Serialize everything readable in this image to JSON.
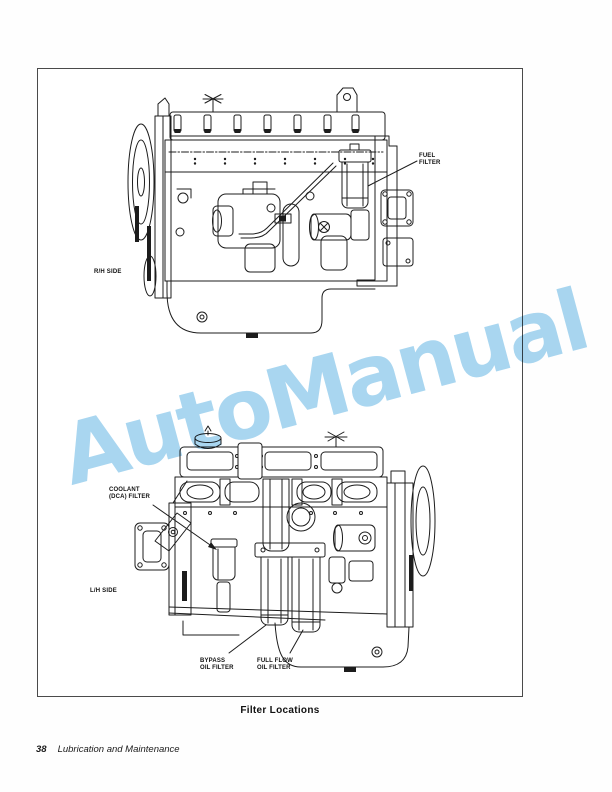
{
  "watermark": {
    "text": "AutoManual",
    "color": "#a9d6f0"
  },
  "figure": {
    "caption": "Filter Locations",
    "top_view": {
      "side_label": "R/H SIDE",
      "callout_fuel_filter": "FUEL\nFILTER"
    },
    "bottom_view": {
      "side_label": "L/H SIDE",
      "callout_coolant_filter": "COOLANT\n(DCA) FILTER",
      "callout_bypass_oil_filter": "BYPASS\nOIL FILTER",
      "callout_full_flow_oil_filter": "FULL FLOW\nOIL FILTER"
    }
  },
  "footer": {
    "page_number": "38",
    "section_title": "Lubrication and Maintenance"
  },
  "colors": {
    "paper": "#ffffff",
    "line_art": "#1c1c1c",
    "figure_border": "#4a4a4a",
    "watermark_blue": "#a9d6f0"
  }
}
